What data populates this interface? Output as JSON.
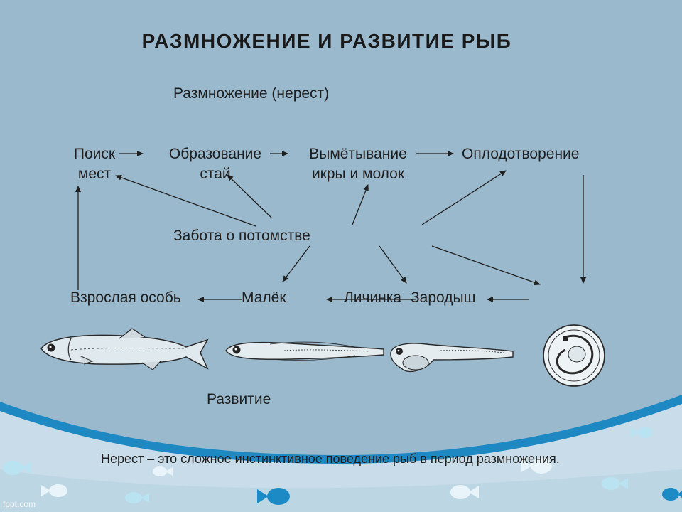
{
  "title": "РАЗМНОЖЕНИЕ И РАЗВИТИЕ РЫБ",
  "subtitle": "Размножение (нерест)",
  "stages": {
    "search_line1": "Поиск",
    "search_line2": "мест",
    "school_line1": "Образование",
    "school_line2": "стай",
    "spawn_line1": "Вымётывание",
    "spawn_line2": "икры и молок",
    "fertilization": "Оплодотворение",
    "care": "Забота о потомстве",
    "adult": "Взрослая особь",
    "fry": "Малёк",
    "larva": "Личинка",
    "embryo": "Зародыш"
  },
  "development_label": "Развитие",
  "footnote": "Нерест – это сложное инстинктивное поведение рыб  в период размножения.",
  "brand": "fppt.com",
  "colors": {
    "background": "#9ab9cd",
    "wave_dark": "#1e88c3",
    "wave_light": "#c8dde9",
    "text": "#1f1f1f",
    "fish_light": "#b9e3f1",
    "fish_dark": "#1c8ac4"
  }
}
